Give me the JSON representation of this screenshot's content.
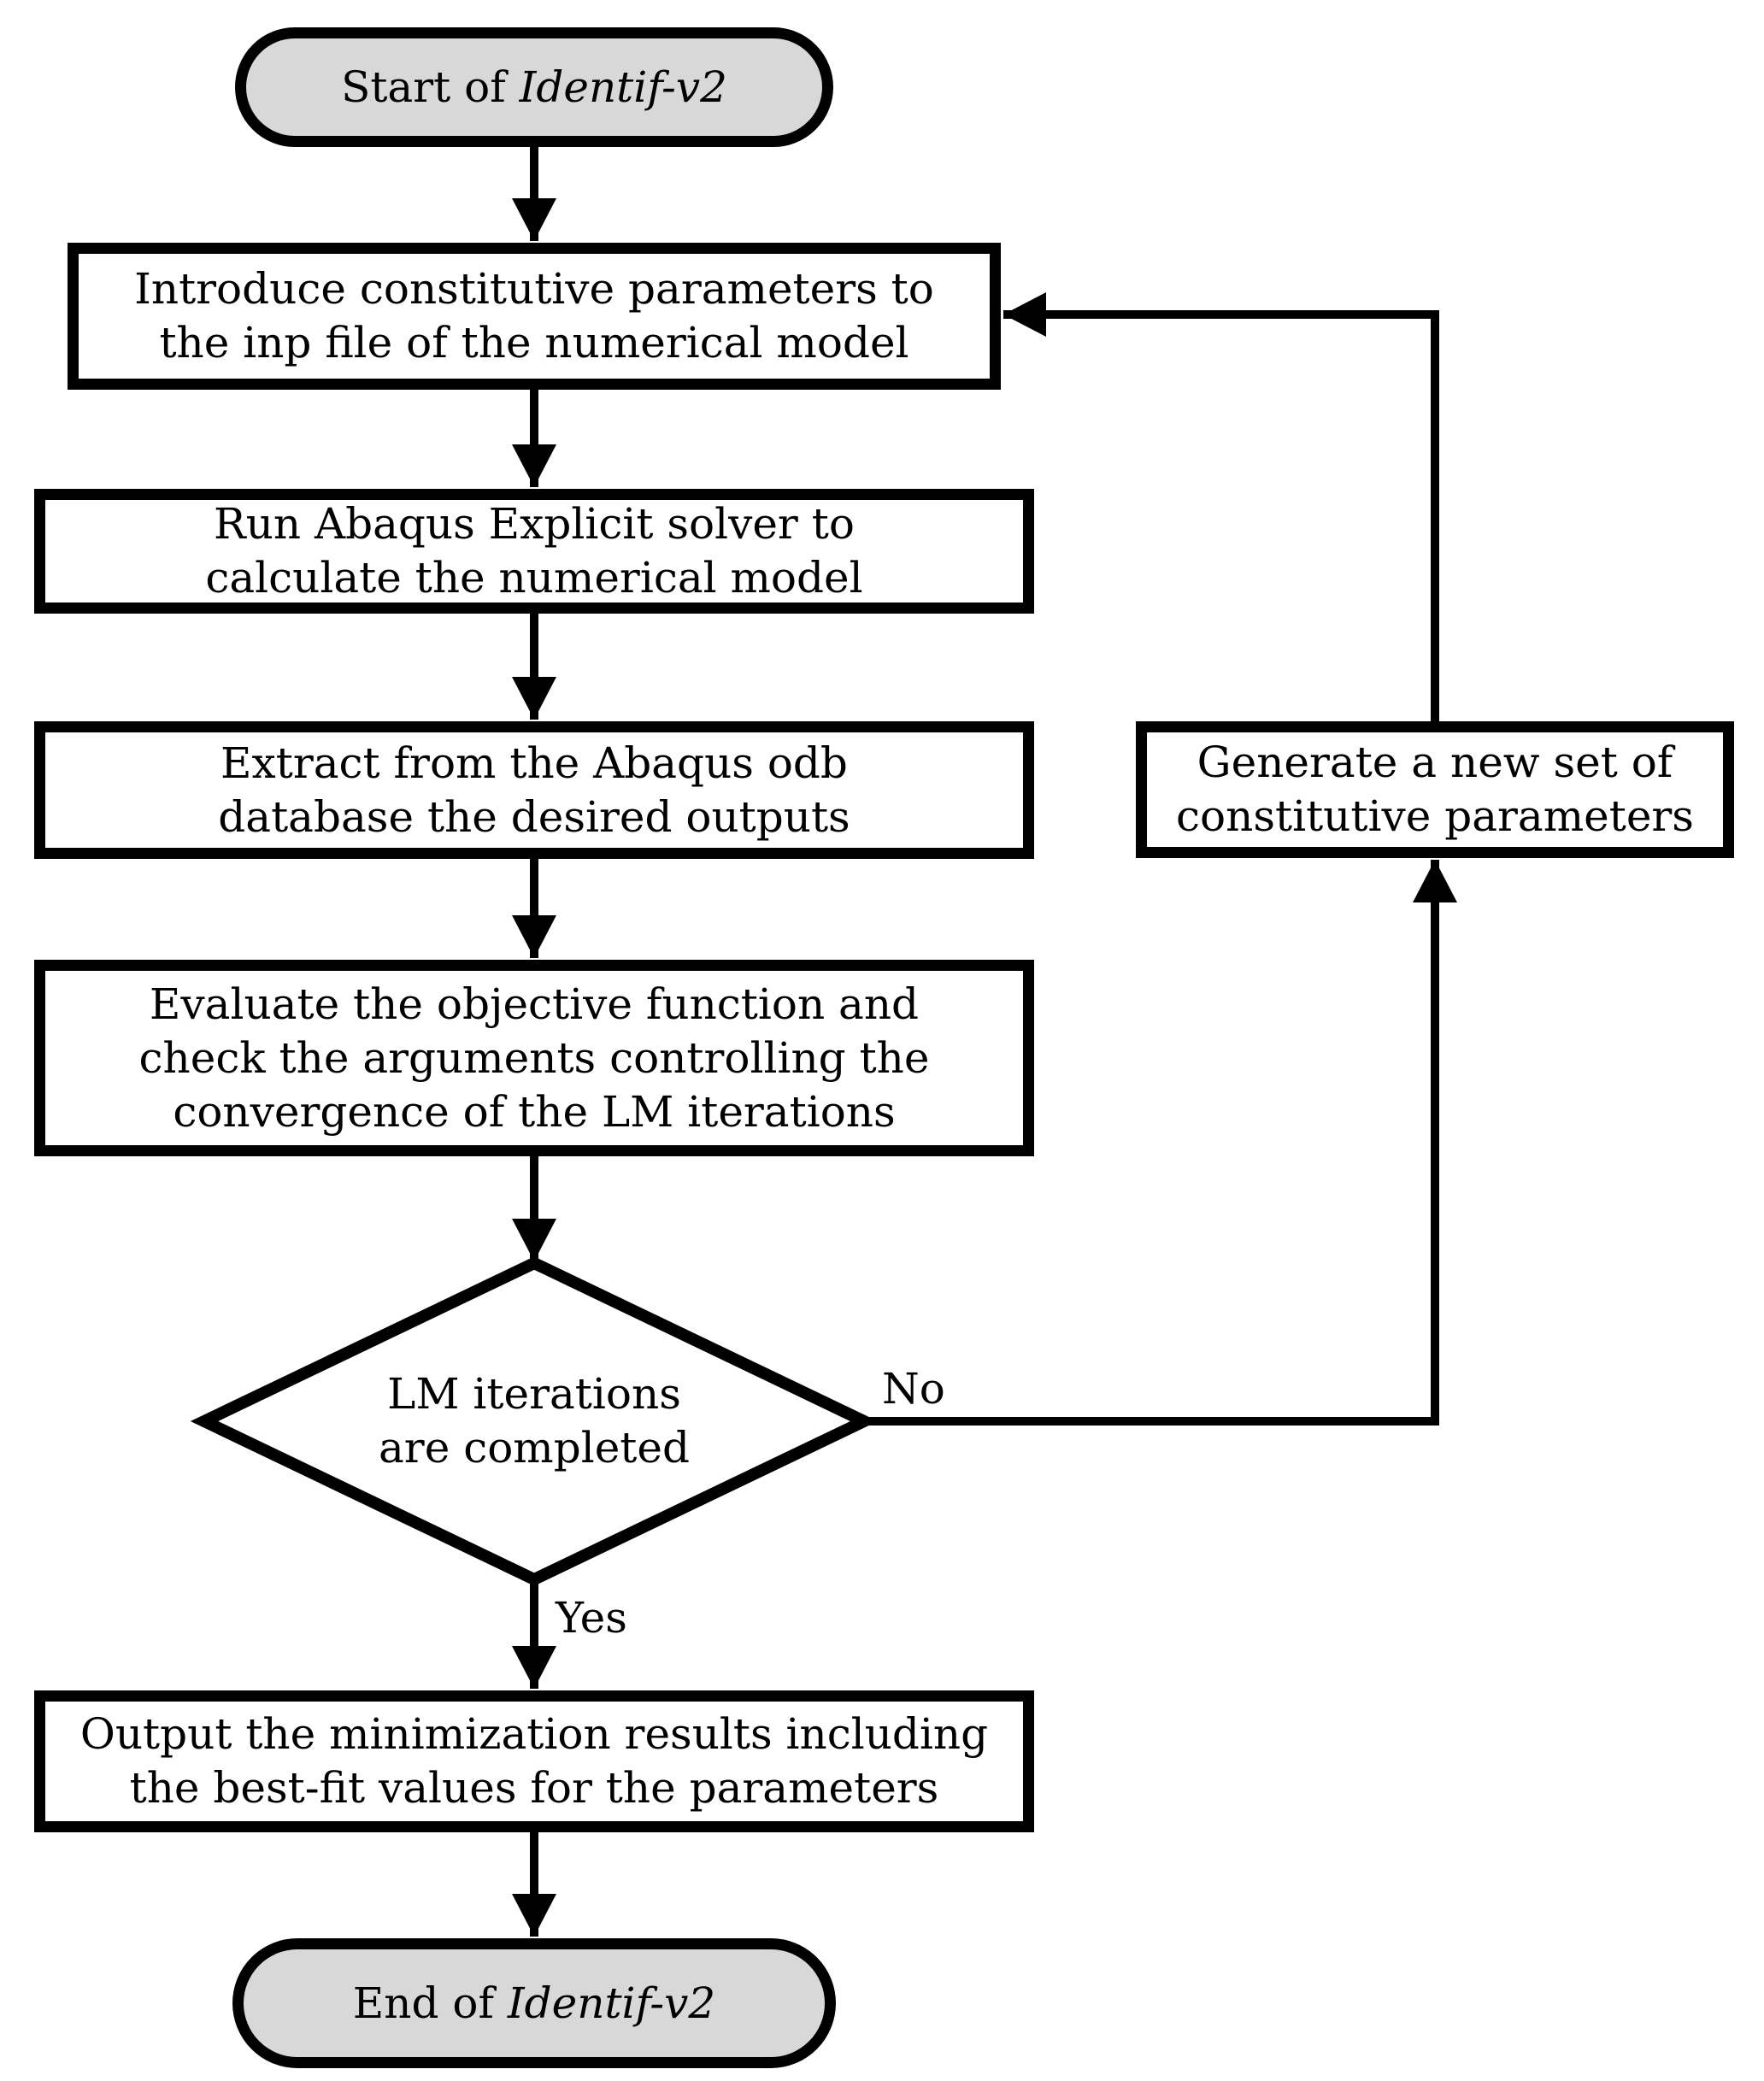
{
  "flowchart": {
    "start_terminal": {
      "prefix": "Start of ",
      "program": "Identif-v2"
    },
    "end_terminal": {
      "prefix": "End of ",
      "program": "Identif-v2"
    },
    "process_boxes": {
      "introduce": {
        "line1": "Introduce constitutive parameters to",
        "line2": "the inp file of the numerical model"
      },
      "run_solver": {
        "line1": "Run Abaqus Explicit solver to",
        "line2": "calculate the numerical model"
      },
      "extract": {
        "line1": "Extract from the Abaqus odb",
        "line2": "database the desired outputs"
      },
      "evaluate": {
        "line1": "Evaluate the objective function and",
        "line2": "check the arguments controlling the",
        "line3": "convergence of the LM iterations"
      },
      "generate": {
        "line1": "Generate a new set of",
        "line2": "constitutive parameters"
      },
      "output": {
        "line1": "Output the minimization results including",
        "line2": "the best-fit values for the parameters"
      }
    },
    "decision": {
      "line1": "LM iterations",
      "line2": "are completed"
    },
    "branch_labels": {
      "no": "No",
      "yes": "Yes"
    },
    "colors": {
      "terminal_fill": "#d8d8d8",
      "process_fill": "#ffffff",
      "stroke": "#000000",
      "background": "#ffffff"
    }
  }
}
